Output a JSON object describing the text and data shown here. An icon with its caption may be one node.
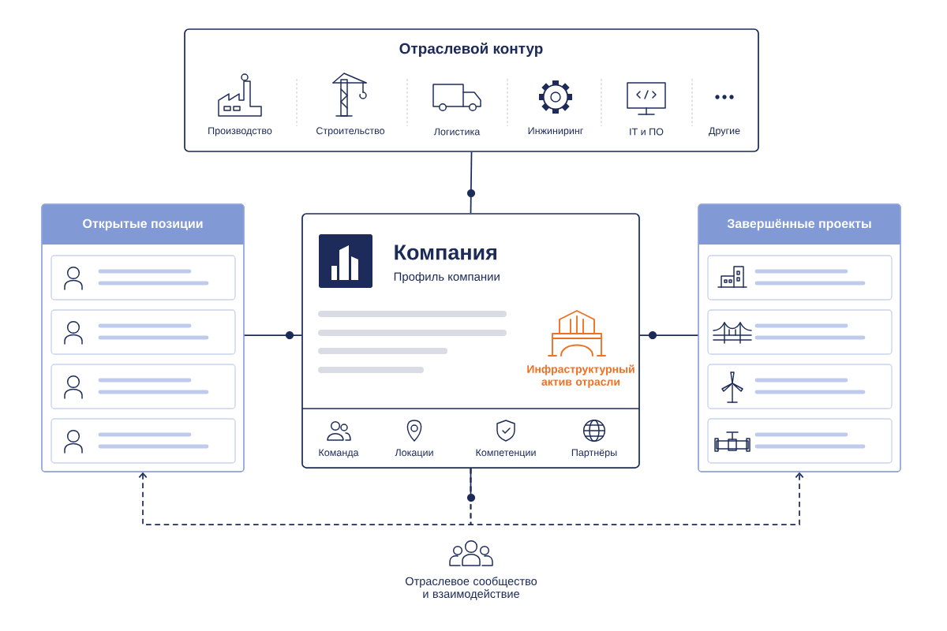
{
  "diagram": {
    "nodes": [
      {
        "text": [
          "Отраслевой контур"
        ]
      },
      {
        "text": [
          "Производство"
        ],
        "in": 0
      },
      {
        "text": [
          "Строительство"
        ],
        "in": 0
      },
      {
        "text": [
          "Логистика"
        ],
        "in": 0
      },
      {
        "text": [
          "Инжиниринг"
        ],
        "in": 0
      },
      {
        "text": [
          "IT и ПО"
        ],
        "in": 0
      },
      {
        "text": [
          "Другие"
        ],
        "in": 0
      },
      {
        "text": [
          "Открытые позиции"
        ]
      },
      {
        "text": [],
        "shape": "box",
        "in": 7
      },
      {
        "text": [],
        "shape": "box",
        "in": 7
      },
      {
        "text": [],
        "shape": "box",
        "in": 7
      },
      {
        "text": [],
        "shape": "box",
        "in": 7
      },
      {
        "text": [
          "Компания",
          "Профиль компании"
        ]
      },
      {
        "text": [
          "Инфраструктурный актив отрасли"
        ],
        "in": 12
      },
      {
        "text": [
          "Команда"
        ],
        "in": 12
      },
      {
        "text": [
          "Локации"
        ],
        "in": 12
      },
      {
        "text": [
          "Компетенции"
        ],
        "in": 12
      },
      {
        "text": [
          "Партнёры"
        ],
        "in": 12
      },
      {
        "text": [
          "Завершённые проекты"
        ]
      },
      {
        "text": [],
        "shape": "box",
        "in": 18
      },
      {
        "text": [],
        "shape": "box",
        "in": 18
      },
      {
        "text": [],
        "shape": "box",
        "in": 18
      },
      {
        "text": [],
        "shape": "box",
        "in": 18
      },
      {
        "text": [
          "Отраслевое сообщество и взаимодействие"
        ]
      }
    ],
    "edges": [
      {
        "from": 0,
        "to": 12,
        "arrow": "none"
      },
      {
        "from": 7,
        "to": 12,
        "arrow": "none"
      },
      {
        "from": 12,
        "to": 18,
        "arrow": "none"
      },
      {
        "from": 12,
        "to": 7,
        "arrow": "to",
        "style": "dashed"
      },
      {
        "from": 12,
        "to": 18,
        "arrow": "to",
        "style": "dashed"
      }
    ]
  }
}
